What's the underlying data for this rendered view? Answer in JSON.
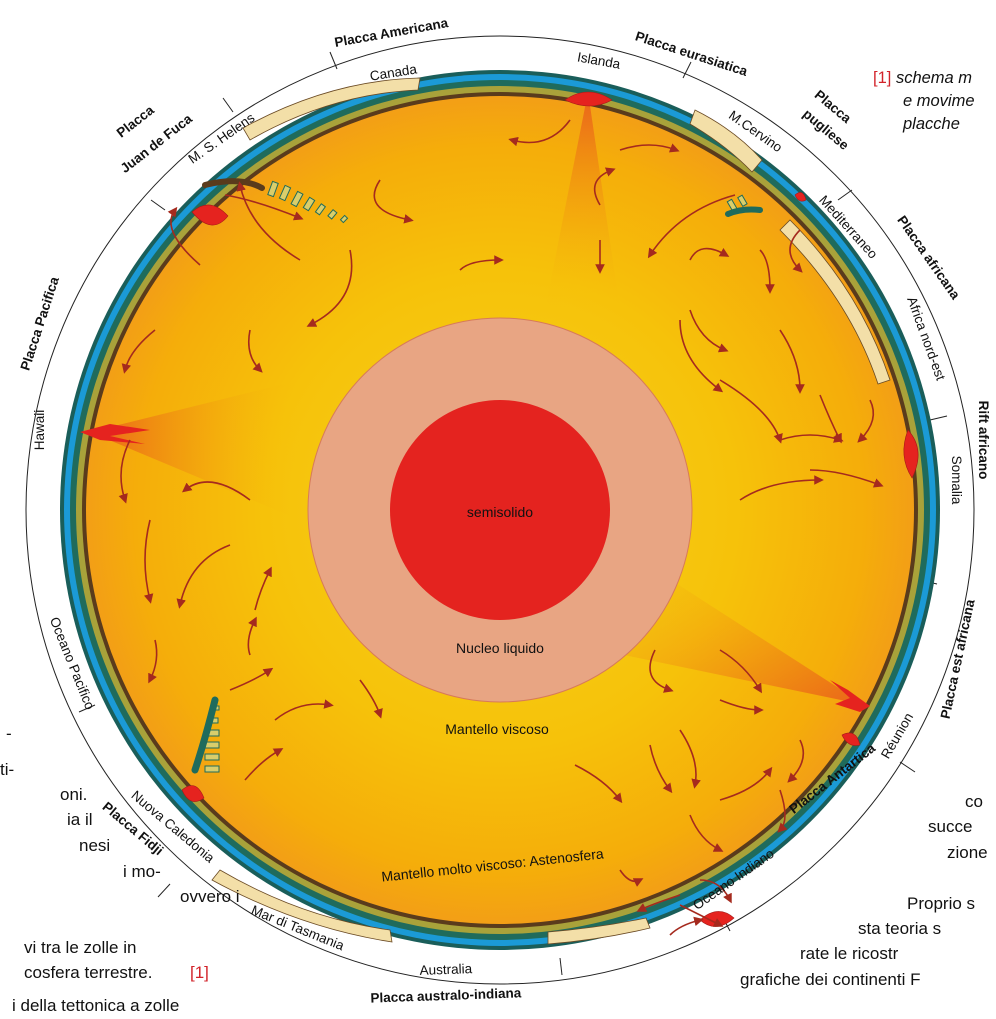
{
  "caption": {
    "ref": "[1]",
    "lines": [
      "schema m",
      "e movime",
      "placche"
    ]
  },
  "plates": [
    "Placca Americana",
    "Placca eurasiatica",
    "Placca",
    "pugliese",
    "Placca africana",
    "Rift africano",
    "Placca est africana",
    "Placca Antartica",
    "Placca australo-indiana",
    "Placca Fidji",
    "Placca Pacifica",
    "Placca",
    "Juan de Fuca"
  ],
  "places": [
    "Canada",
    "Islanda",
    "M.Cervino",
    "Mediterraneo",
    "Africa nord-est",
    "Somalia",
    "Réunion",
    "Oceano Indiano",
    "Australia",
    "Mar di Tasmania",
    "Nuova Caledonia",
    "Oceano Pacifico",
    "Hawaii",
    "M. S. Helens"
  ],
  "layers": {
    "core_inner": "semisolido",
    "core_outer": "Nucleo liquido",
    "mantle": "Mantello viscoso",
    "asthenosphere": "Mantello molto viscoso: Astenosfera"
  },
  "left_text": [
    "-",
    "ti-",
    "oni.",
    "ia il",
    "nesi",
    "i mo-",
    "ovvero i",
    "vi tra le zolle in",
    "cosfera terrestre.",
    "[1]",
    "i della tettonica a zolle"
  ],
  "right_text": [
    "co",
    "succe",
    "zione",
    "Proprio s",
    "sta teoria s",
    "rate le ricostr",
    "grafiche dei continenti F"
  ]
}
